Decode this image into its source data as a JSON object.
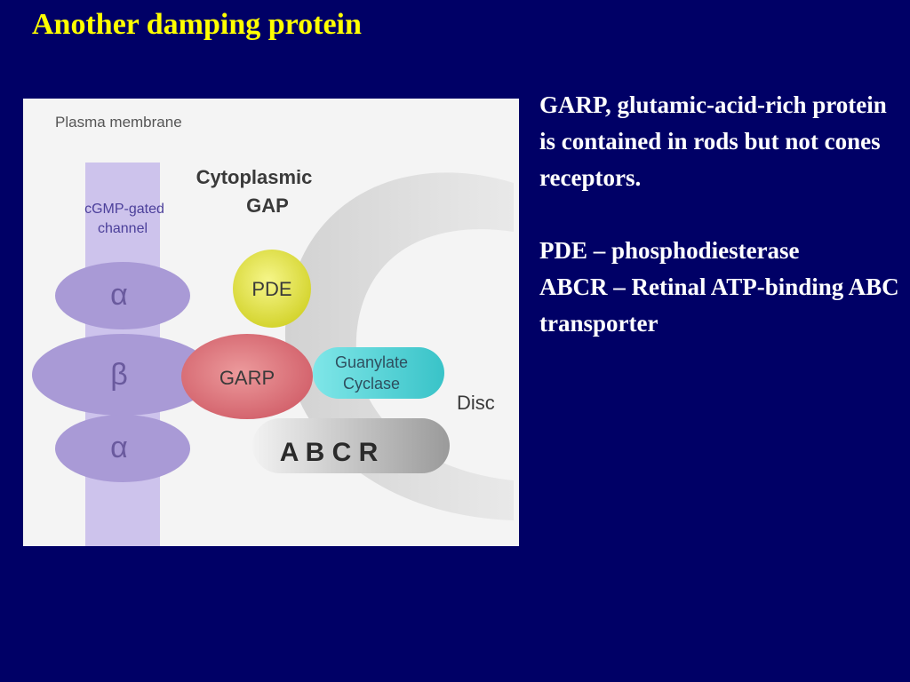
{
  "slide": {
    "title": "Another damping protein"
  },
  "diagram": {
    "labels": {
      "plasma_membrane": "Plasma membrane",
      "channel_line1": "cGMP-gated",
      "channel_line2": "channel",
      "cytoplasmic_line1": "Cytoplasmic",
      "cytoplasmic_line2": "GAP",
      "disc": "Disc"
    },
    "channel_subunits": [
      "α",
      "β",
      "α"
    ],
    "proteins": {
      "pde": "PDE",
      "garp": "GARP",
      "guanylate_line1": "Guanylate",
      "guanylate_line2": "Cyclase",
      "abcr": "A B C R"
    },
    "colors": {
      "background": "#000066",
      "title": "#ffff00",
      "text": "#ffffff",
      "channel_subunit": "#a99ad6",
      "pde": "#e8e84a",
      "garp": "#e07c80",
      "guanylate_cyclase": "#59d6d9",
      "abcr": "#b8b8b8"
    }
  },
  "notes": {
    "paragraph1": "GARP, glutamic-acid-rich protein is contained in rods but not cones receptors.",
    "line_pde": "PDE – phosphodiesterase",
    "line_abcr": "ABCR – Retinal ATP-binding ABC transporter"
  }
}
